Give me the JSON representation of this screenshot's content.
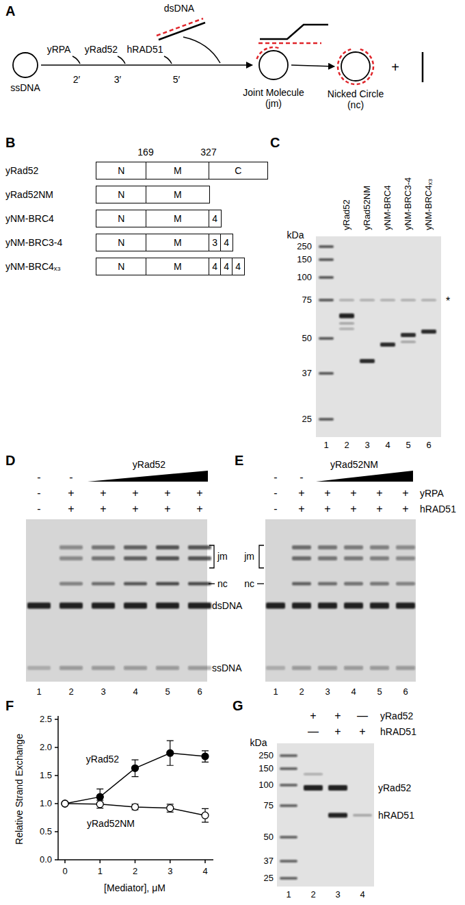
{
  "diagram": {
    "nodes": [
      {
        "text": [
          "ssDNA"
        ]
      },
      {
        "text": [
          "Joint Molecule (jm)"
        ]
      },
      {
        "text": [
          "Nicked Circle (nc)"
        ]
      },
      {
        "text": [
          "N"
        ]
      },
      {
        "text": [
          "M"
        ]
      },
      {
        "text": [
          "C"
        ]
      },
      {
        "text": [
          "N"
        ]
      },
      {
        "text": [
          "M"
        ]
      },
      {
        "text": [
          "N"
        ]
      },
      {
        "text": [
          "M"
        ]
      },
      {
        "text": [
          "4"
        ]
      },
      {
        "text": [
          "N"
        ]
      },
      {
        "text": [
          "M"
        ]
      },
      {
        "text": [
          "3"
        ]
      },
      {
        "text": [
          "4"
        ]
      },
      {
        "text": [
          "N"
        ]
      },
      {
        "text": [
          "M"
        ]
      },
      {
        "text": [
          "4"
        ]
      },
      {
        "text": [
          "4"
        ]
      },
      {
        "text": [
          "4"
        ]
      }
    ],
    "edges": [
      {
        "from": 0,
        "to": 1,
        "arrow": "to"
      },
      {
        "from": 1,
        "to": 2,
        "arrow": "to"
      }
    ],
    "labels": [
      "A",
      "yRPA",
      "yRad52",
      "hRAD51",
      "2′",
      "3′",
      "5′",
      "dsDNA",
      "+",
      "B",
      "169",
      "327",
      "yRad52",
      "yRad52NM",
      "yNM-BRC4",
      "yNM-BRC3-4",
      "yNM-BRC4ₓ₃",
      "C",
      "kDa",
      "250",
      "150",
      "100",
      "75",
      "50",
      "37",
      "25",
      "yRad52",
      "yRad52NM",
      "yNM-BRC4",
      "yNM-BRC3-4",
      "yNM-BRC4ₓ₃",
      "1",
      "2",
      "3",
      "4",
      "5",
      "6",
      "*",
      "D",
      "yRad52",
      "-",
      "-",
      "-",
      "+",
      "+",
      "+",
      "+",
      "+",
      "-",
      "+",
      "+",
      "+",
      "+",
      "+",
      "jm",
      "nc",
      "dsDNA",
      "ssDNA",
      "1",
      "2",
      "3",
      "4",
      "5",
      "6",
      "E",
      "yRad52NM",
      "-",
      "-",
      "yRPA",
      "hRAD51",
      "-",
      "+",
      "+",
      "+",
      "+",
      "+",
      "-",
      "+",
      "+",
      "+",
      "+",
      "+",
      "jm",
      "nc",
      "1",
      "2",
      "3",
      "4",
      "5",
      "6",
      "F",
      "Relative Strand Exchange",
      "[Mediator], μM",
      "0.0",
      "0.5",
      "1.0",
      "1.5",
      "2.0",
      "2.5",
      "0",
      "1",
      "2",
      "3",
      "4",
      "yRad52",
      "yRad52NM",
      "G",
      "+",
      "+",
      "—",
      "yRad52",
      "—",
      "+",
      "+",
      "hRAD51",
      "kDa",
      "250",
      "150",
      "100",
      "75",
      "50",
      "37",
      "25",
      "yRad52",
      "hRAD51",
      "1",
      "2",
      "3",
      "4"
    ]
  }
}
